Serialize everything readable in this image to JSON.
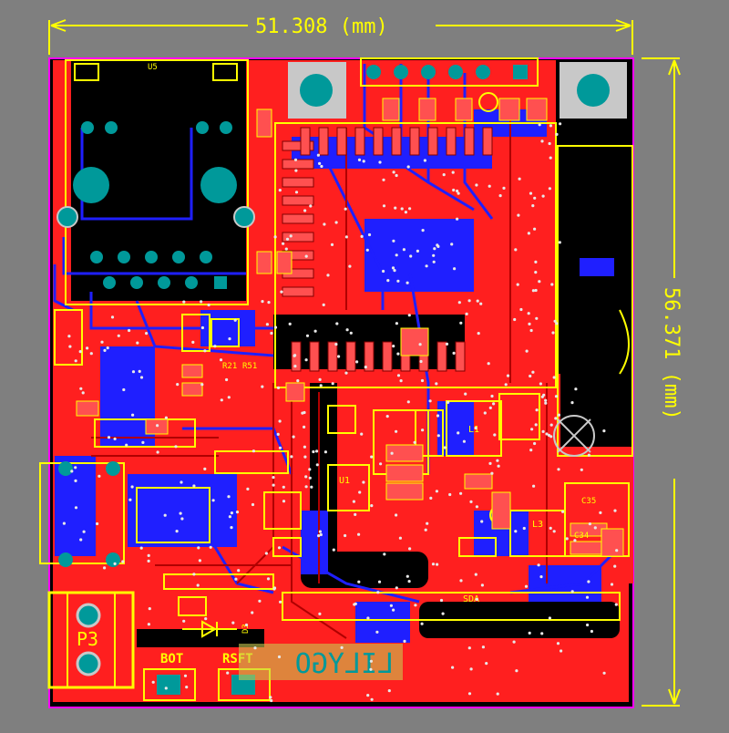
{
  "dimensions": {
    "width_text": "51.308 (mm)",
    "height_text": "56.371 (mm)"
  },
  "silkscreen": {
    "u5": "U5",
    "p3": "P3",
    "bot": "BOT",
    "rsft": "RSFT",
    "d3": "D3",
    "l1": "L1",
    "l3": "L3",
    "c35": "C35",
    "c34": "C34",
    "u1": "U1",
    "r21": "R21",
    "r51": "R51",
    "sda": "SDA",
    "logo": "LILYGO"
  },
  "colors": {
    "background": "#7f7f7f",
    "board": "#ff1f1f",
    "copper_bottom": "#1f1fff",
    "silk": "#ffff00",
    "pad_teal": "#00999a",
    "pad_gray": "#c8c8c8",
    "outline": "#ff00ff",
    "dark": "#000000"
  }
}
